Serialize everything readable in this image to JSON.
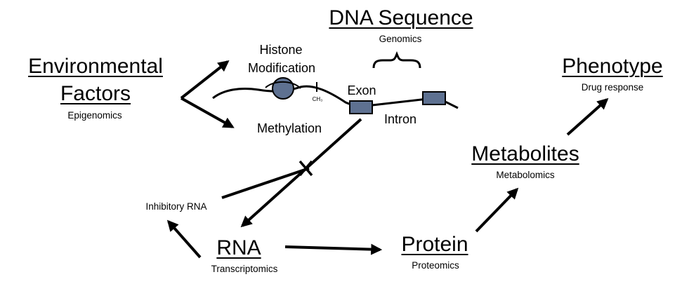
{
  "nodes": {
    "dna": {
      "title": "DNA Sequence",
      "subtitle": "Genomics"
    },
    "environmental": {
      "title_line1": "Environmental",
      "title_line2": "Factors",
      "subtitle": "Epigenomics"
    },
    "phenotype": {
      "title": "Phenotype",
      "subtitle": "Drug response"
    },
    "metabolites": {
      "title": "Metabolites",
      "subtitle": "Metabolomics"
    },
    "rna": {
      "title": "RNA",
      "subtitle": "Transcriptomics"
    },
    "protein": {
      "title": "Protein",
      "subtitle": "Proteomics"
    }
  },
  "labels": {
    "histone_line1": "Histone",
    "histone_line2": "Modification",
    "methylation": "Methylation",
    "exon": "Exon",
    "intron": "Intron",
    "methyl_group": "CH₃",
    "inhibitory_rna": "Inhibitory RNA"
  },
  "colors": {
    "exon_fill": "#5e7191",
    "histone_fill": "#5e7191",
    "line": "#000000"
  }
}
